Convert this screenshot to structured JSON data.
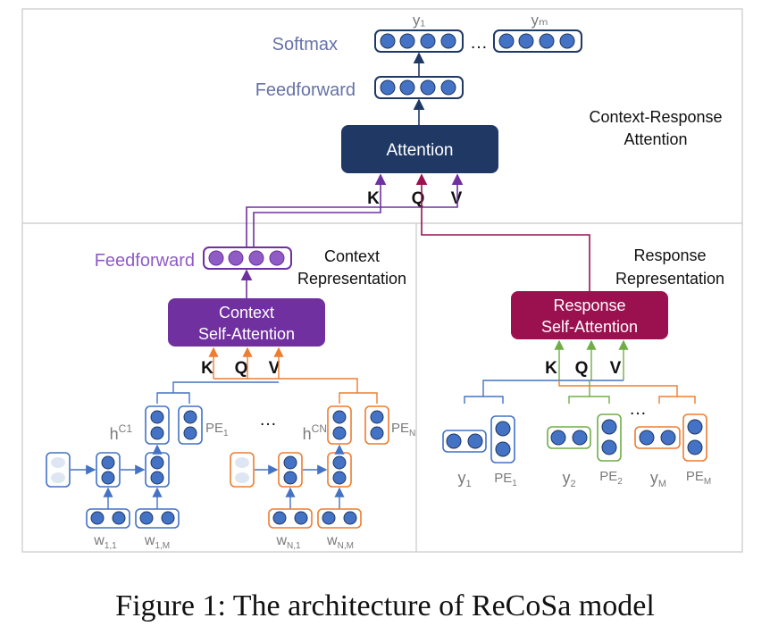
{
  "diagram": {
    "top": {
      "softmax_label": "Softmax",
      "feedforward_label": "Feedforward",
      "attention_label": "Attention",
      "y1_label": "y₁",
      "yM_label": "yₘ",
      "ellipsis": "…",
      "cr_attention_line1": "Context-Response",
      "cr_attention_line2": "Attention",
      "k_label": "K",
      "q_label": "Q",
      "v_label": "V"
    },
    "left": {
      "feedforward_label": "Feedforward",
      "context_rep_line1": "Context",
      "context_rep_line2": "Representation",
      "self_attention_line1": "Context",
      "self_attention_line2": "Self-Attention",
      "k_label": "K",
      "q_label": "Q",
      "v_label": "V",
      "hc1_label": "h",
      "hc1_sup": "C1",
      "hcn_label": "h",
      "hcn_sup": "CN",
      "pe1_label": "PE",
      "pe1_sub": "1",
      "pen_label": "PE",
      "pen_sub": "N",
      "ellipsis": "…",
      "w11_label": "w",
      "w11_sub": "1,1",
      "w1m_label": "w",
      "w1m_sub": "1,M",
      "wn1_label": "w",
      "wn1_sub": "N,1",
      "wnm_label": "w",
      "wnm_sub": "N,M"
    },
    "right": {
      "response_rep_line1": "Response",
      "response_rep_line2": "Representation",
      "self_attention_line1": "Response",
      "self_attention_line2": "Self-Attention",
      "k_label": "K",
      "q_label": "Q",
      "v_label": "V",
      "ellipsis": "…",
      "y1_label": "y",
      "y1_sub": "1",
      "pe1_label": "PE",
      "pe1_sub": "1",
      "y2_label": "y",
      "y2_sub": "2",
      "pe2_label": "PE",
      "pe2_sub": "2",
      "yM_label": "y",
      "yM_sub": "M",
      "peM_label": "PE",
      "peM_sub": "M"
    },
    "colors": {
      "attention_navy": "#1f3864",
      "context_purple": "#7030a0",
      "response_maroon": "#9b1150",
      "dot_blue": "#4472c4",
      "orange": "#ed7d31",
      "green": "#70ad47",
      "gray_text": "#7a7a7a",
      "slate_text": "#6672a8"
    }
  },
  "caption": "Figure 1: The architecture of ReCoSa model"
}
